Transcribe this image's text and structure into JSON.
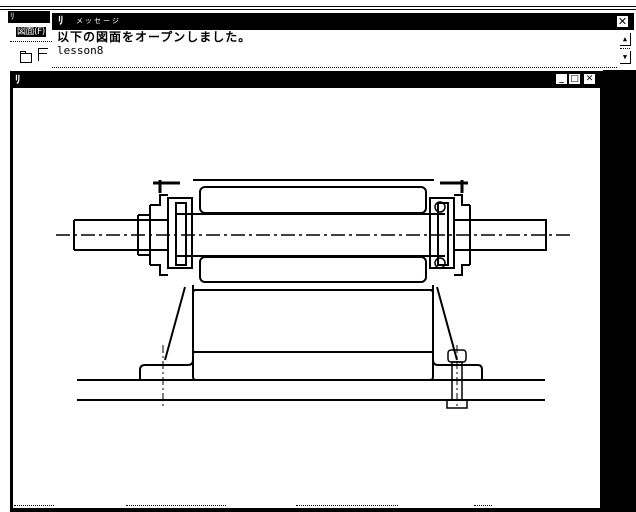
{
  "app": {
    "system_icon": "app-icon",
    "menu": [
      {
        "label": "図面(F)"
      }
    ],
    "toolbar": [
      {
        "name": "new-drawing",
        "icon": "new-file-icon"
      },
      {
        "name": "open-drawing",
        "icon": "open-folder-icon"
      }
    ]
  },
  "message_window": {
    "title": "メッセージ",
    "icon": "app-icon",
    "close_label": "✕",
    "lines": [
      "以下の図面をオープンしました。",
      "lesson8"
    ],
    "scroll_up": "▲",
    "scroll_down": "▼"
  },
  "drawing_window": {
    "icon": "app-icon",
    "title": "",
    "buttons": {
      "minimize": "_",
      "maximize": "□",
      "close": "✕"
    },
    "content": "Bearing pedestal / roller assembly cross-section drawing (lesson8)"
  },
  "colors": {
    "foreground": "#000000",
    "background": "#ffffff"
  }
}
